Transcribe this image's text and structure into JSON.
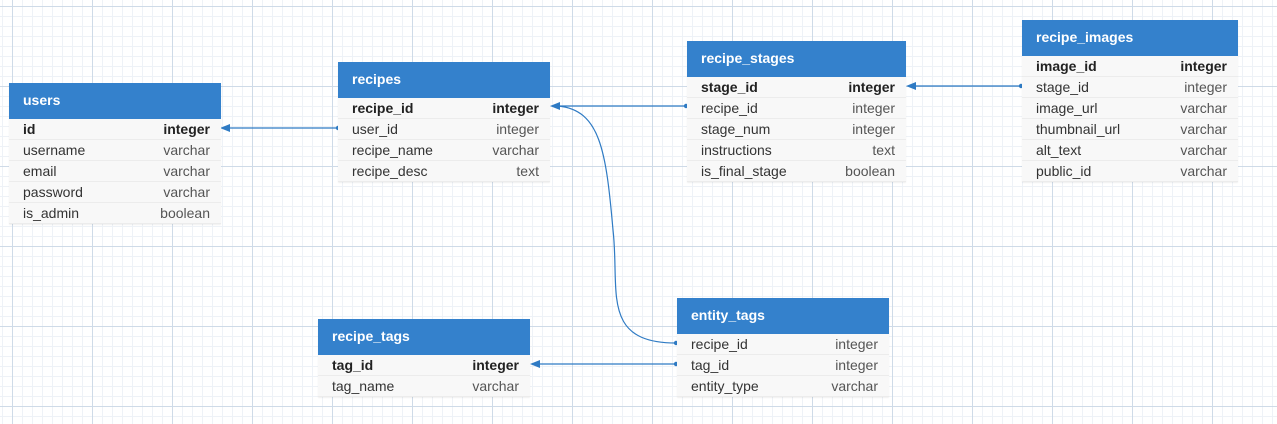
{
  "tables": {
    "users": {
      "name": "users",
      "columns": [
        {
          "name": "id",
          "type": "integer",
          "pk": true
        },
        {
          "name": "username",
          "type": "varchar"
        },
        {
          "name": "email",
          "type": "varchar"
        },
        {
          "name": "password",
          "type": "varchar"
        },
        {
          "name": "is_admin",
          "type": "boolean"
        }
      ]
    },
    "recipes": {
      "name": "recipes",
      "columns": [
        {
          "name": "recipe_id",
          "type": "integer",
          "pk": true
        },
        {
          "name": "user_id",
          "type": "integer"
        },
        {
          "name": "recipe_name",
          "type": "varchar"
        },
        {
          "name": "recipe_desc",
          "type": "text"
        }
      ]
    },
    "recipe_stages": {
      "name": "recipe_stages",
      "columns": [
        {
          "name": "stage_id",
          "type": "integer",
          "pk": true
        },
        {
          "name": "recipe_id",
          "type": "integer"
        },
        {
          "name": "stage_num",
          "type": "integer"
        },
        {
          "name": "instructions",
          "type": "text"
        },
        {
          "name": "is_final_stage",
          "type": "boolean"
        }
      ]
    },
    "recipe_images": {
      "name": "recipe_images",
      "columns": [
        {
          "name": "image_id",
          "type": "integer",
          "pk": true
        },
        {
          "name": "stage_id",
          "type": "integer"
        },
        {
          "name": "image_url",
          "type": "varchar"
        },
        {
          "name": "thumbnail_url",
          "type": "varchar"
        },
        {
          "name": "alt_text",
          "type": "varchar"
        },
        {
          "name": "public_id",
          "type": "varchar"
        }
      ]
    },
    "recipe_tags": {
      "name": "recipe_tags",
      "columns": [
        {
          "name": "tag_id",
          "type": "integer",
          "pk": true
        },
        {
          "name": "tag_name",
          "type": "varchar"
        }
      ]
    },
    "entity_tags": {
      "name": "entity_tags",
      "columns": [
        {
          "name": "recipe_id",
          "type": "integer"
        },
        {
          "name": "tag_id",
          "type": "integer"
        },
        {
          "name": "entity_type",
          "type": "varchar"
        }
      ]
    }
  },
  "relationships": [
    {
      "from": "recipes.user_id",
      "to": "users.id"
    },
    {
      "from": "recipe_stages.recipe_id",
      "to": "recipes.recipe_id"
    },
    {
      "from": "entity_tags.recipe_id",
      "to": "recipes.recipe_id"
    },
    {
      "from": "recipe_images.stage_id",
      "to": "recipe_stages.stage_id"
    },
    {
      "from": "entity_tags.tag_id",
      "to": "recipe_tags.tag_id"
    }
  ],
  "colors": {
    "header": "#3481cc",
    "link": "#2f7bc4"
  }
}
